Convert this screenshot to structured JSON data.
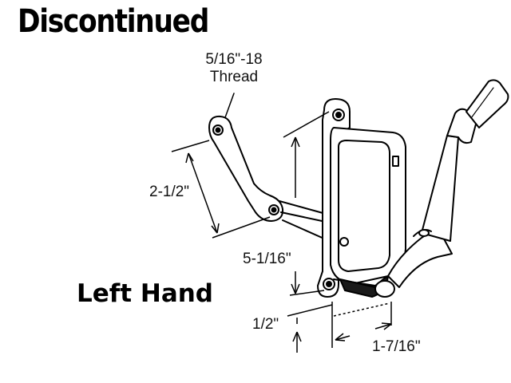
{
  "header": {
    "status_label": "Discontinued"
  },
  "annotations": {
    "thread_size": "5/16\"-18",
    "thread_word": "Thread",
    "arm_length": "2-1/2\"",
    "body_height": "5-1/16\"",
    "base_offset": "1/2\"",
    "base_width": "1-7/16\"",
    "handedness": "Left Hand"
  },
  "colors": {
    "ink": "#000000",
    "shade": "#1a1a1a",
    "background": "#ffffff"
  }
}
